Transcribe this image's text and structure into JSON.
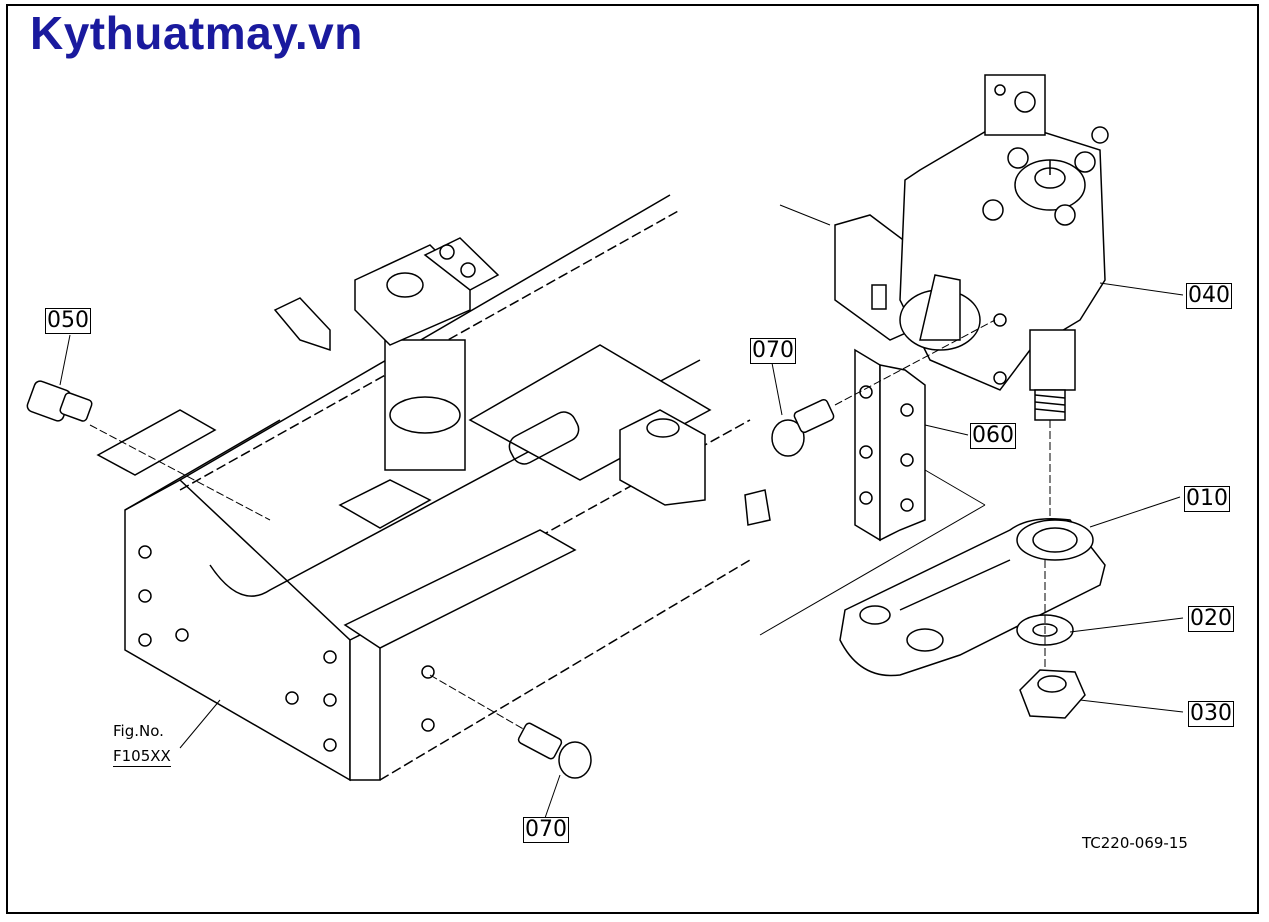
{
  "watermark": "Kythuatmay.vn",
  "parts": {
    "p040": "040",
    "p050": "050",
    "p070a": "070",
    "p070b": "070",
    "p060": "060",
    "p010": "010",
    "p020": "020",
    "p030": "030"
  },
  "figure_ref": {
    "line1": "Fig.No.",
    "line2": "F105XX"
  },
  "drawing_code": "TC220-069-15",
  "colors": {
    "watermark": "#1a1a9e",
    "line": "#000000"
  }
}
